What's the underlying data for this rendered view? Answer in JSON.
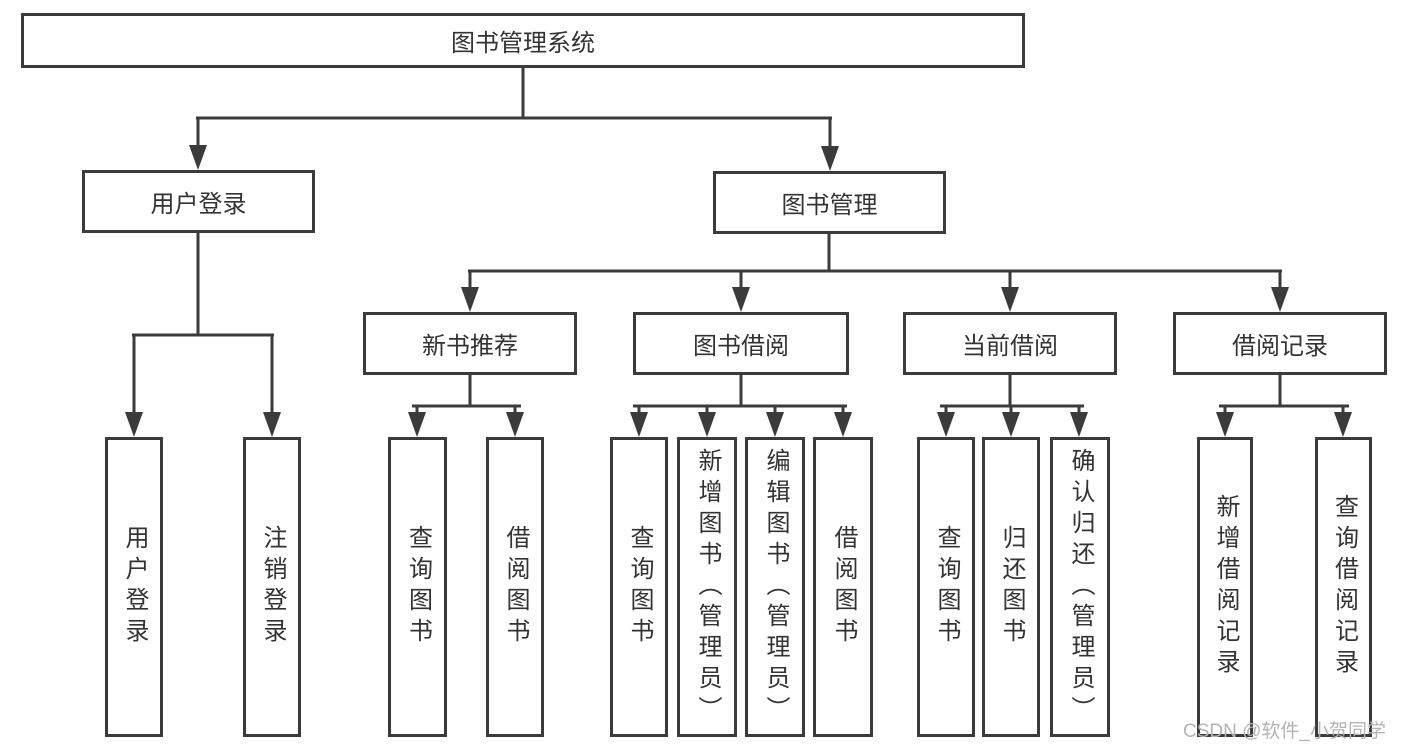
{
  "tree": {
    "root": {
      "label": "图书管理系统",
      "children": [
        {
          "label": "用户登录",
          "children": [
            {
              "label": "用户登录"
            },
            {
              "label": "注销登录"
            }
          ]
        },
        {
          "label": "图书管理",
          "children": [
            {
              "label": "新书推荐",
              "children": [
                {
                  "label": "查询图书"
                },
                {
                  "label": "借阅图书"
                }
              ]
            },
            {
              "label": "图书借阅",
              "children": [
                {
                  "label": "查询图书"
                },
                {
                  "label": "新增图书（管理员）"
                },
                {
                  "label": "编辑图书（管理员）"
                },
                {
                  "label": "借阅图书"
                }
              ]
            },
            {
              "label": "当前借阅",
              "children": [
                {
                  "label": "查询图书"
                },
                {
                  "label": "归还图书"
                },
                {
                  "label": "确认归还（管理员）"
                }
              ]
            },
            {
              "label": "借阅记录",
              "children": [
                {
                  "label": "新增借阅记录"
                },
                {
                  "label": "查询借阅记录"
                }
              ]
            }
          ]
        }
      ]
    }
  },
  "watermark": {
    "text": "CSDN @软件_小贺同学"
  },
  "colors": {
    "line": "#3b3b3b",
    "text": "#333333",
    "watermark": "#b4b4b4",
    "background": "#ffffff"
  }
}
